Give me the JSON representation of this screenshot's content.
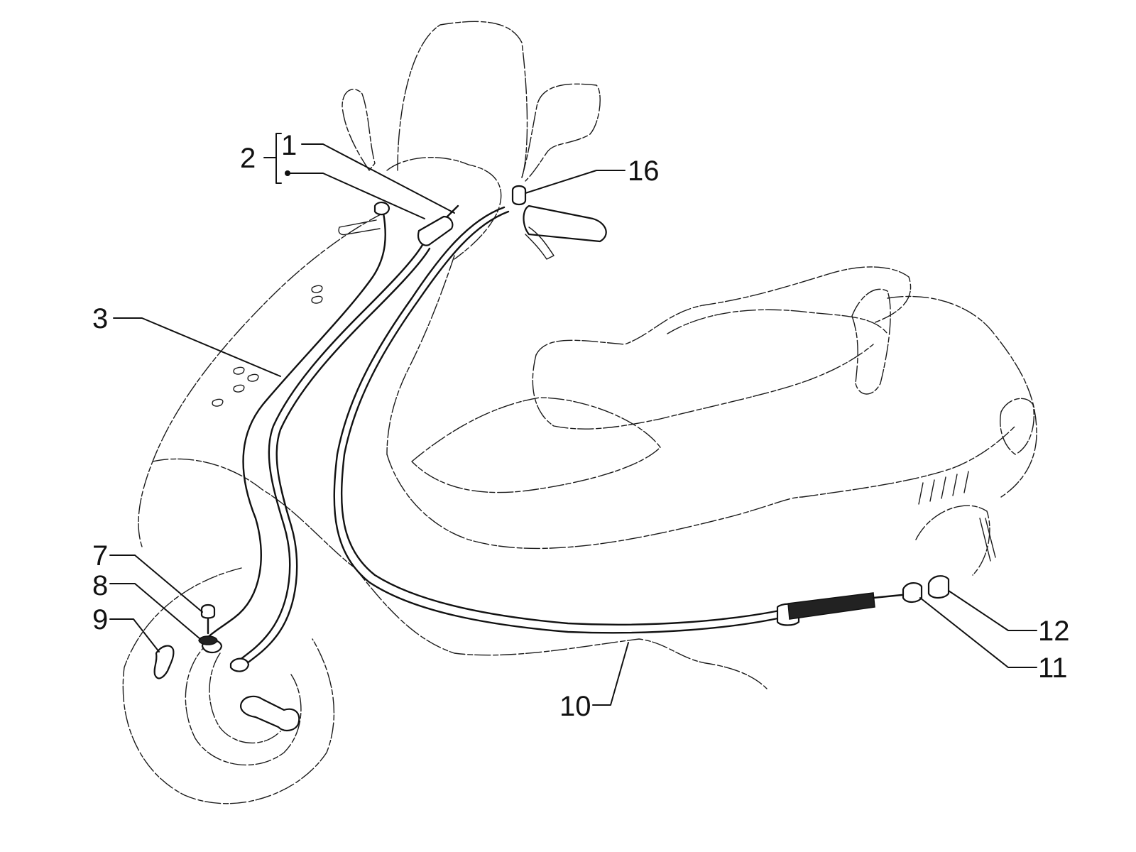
{
  "diagram": {
    "type": "exploded-parts-diagram",
    "subject": "scooter-cable-routing",
    "callouts": {
      "c1": "1",
      "c2": "2",
      "c3": "3",
      "c7": "7",
      "c8": "8",
      "c9": "9",
      "c10": "10",
      "c11": "11",
      "c12": "12",
      "c16": "16"
    }
  }
}
